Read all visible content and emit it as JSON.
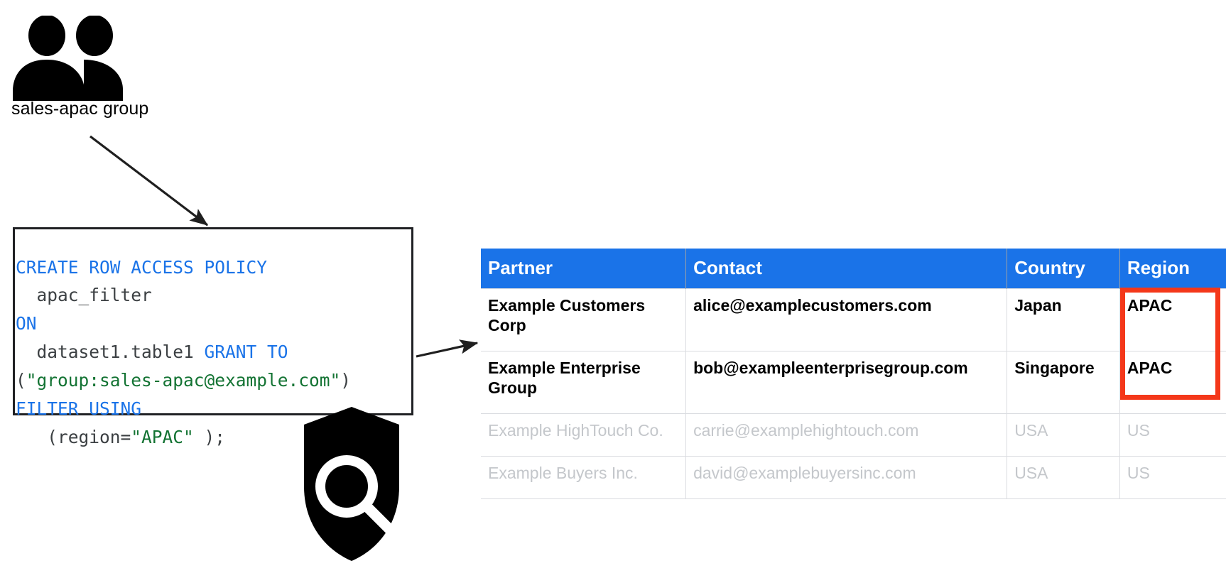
{
  "diagram": {
    "group": {
      "icon": "people-group-icon",
      "label": "sales-apac group"
    },
    "shield": {
      "icon": "shield-search-icon"
    },
    "arrows": [
      {
        "name": "group-to-policy-arrow"
      },
      {
        "name": "policy-to-table-arrow"
      }
    ]
  },
  "code": {
    "name": "row-access-policy-sql",
    "lines": [
      [
        {
          "t": "CREATE ROW ACCESS POLICY",
          "c": "kw"
        }
      ],
      [
        {
          "t": "  apac_filter",
          "c": "pl"
        }
      ],
      [
        {
          "t": "ON",
          "c": "kw"
        }
      ],
      [
        {
          "t": "  dataset1.table1 ",
          "c": "pl"
        },
        {
          "t": "GRANT TO",
          "c": "kw"
        }
      ],
      [
        {
          "t": "(",
          "c": "pl"
        },
        {
          "t": "\"group:sales-apac@example.com\"",
          "c": "str"
        },
        {
          "t": ")",
          "c": "pl"
        }
      ],
      [
        {
          "t": "FILTER USING",
          "c": "kw"
        }
      ],
      [
        {
          "t": "   (region=",
          "c": "pl"
        },
        {
          "t": "\"APAC\"",
          "c": "str"
        },
        {
          "t": " );",
          "c": "pl"
        }
      ]
    ],
    "plain_text": "CREATE ROW ACCESS POLICY\n  apac_filter\nON\n  dataset1.table1 GRANT TO\n(\"group:sales-apac@example.com\")\nFILTER USING\n   (region=\"APAC\" );"
  },
  "table": {
    "name": "partner-access-table",
    "columns": [
      "Partner",
      "Contact",
      "Country",
      "Region"
    ],
    "rows": [
      {
        "state": "visible",
        "cells": [
          "Example Customers Corp",
          "alice@examplecustomers.com",
          "Japan",
          "APAC"
        ]
      },
      {
        "state": "visible",
        "cells": [
          "Example Enterprise Group",
          "bob@exampleenterprisegroup.com",
          "Singapore",
          "APAC"
        ]
      },
      {
        "state": "filtered-out",
        "cells": [
          "Example HighTouch Co.",
          "carrie@examplehightouch.com",
          "USA",
          "US"
        ]
      },
      {
        "state": "filtered-out",
        "cells": [
          "Example Buyers Inc.",
          "david@examplebuyersinc.com",
          "USA",
          "US"
        ]
      }
    ],
    "highlight": {
      "name": "region-apac-highlight",
      "color": "#f4381a",
      "covers": "Region column rows 1-2"
    }
  },
  "colors": {
    "header_blue": "#1a73e8",
    "keyword_blue": "#1a73e8",
    "string_green": "#137333",
    "highlight_red": "#f4381a",
    "dimmed_gray": "#c4c7cb",
    "border_gray": "#dadce0",
    "code_border": "#202124"
  }
}
